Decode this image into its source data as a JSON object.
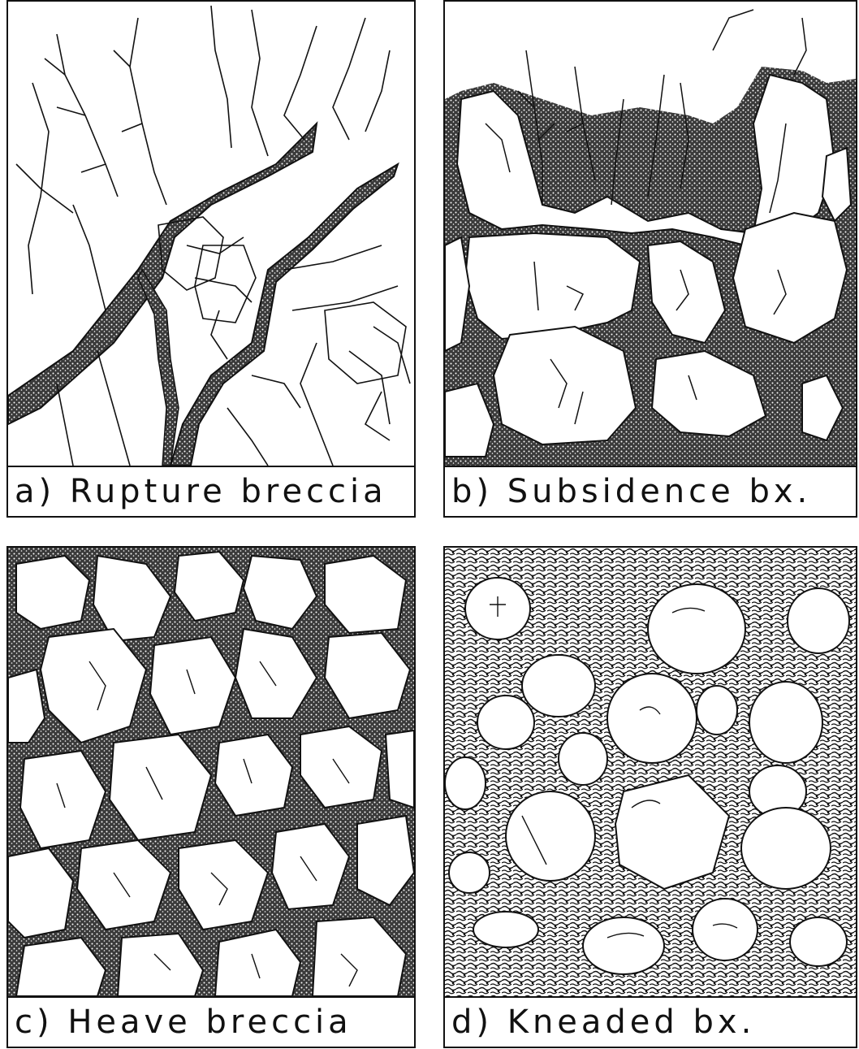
{
  "panels": [
    {
      "id": "a",
      "caption": "a) Rupture breccia"
    },
    {
      "id": "b",
      "caption": "b) Subsidence bx."
    },
    {
      "id": "c",
      "caption": "c) Heave breccia"
    },
    {
      "id": "d",
      "caption": "d) Kneaded bx."
    }
  ]
}
